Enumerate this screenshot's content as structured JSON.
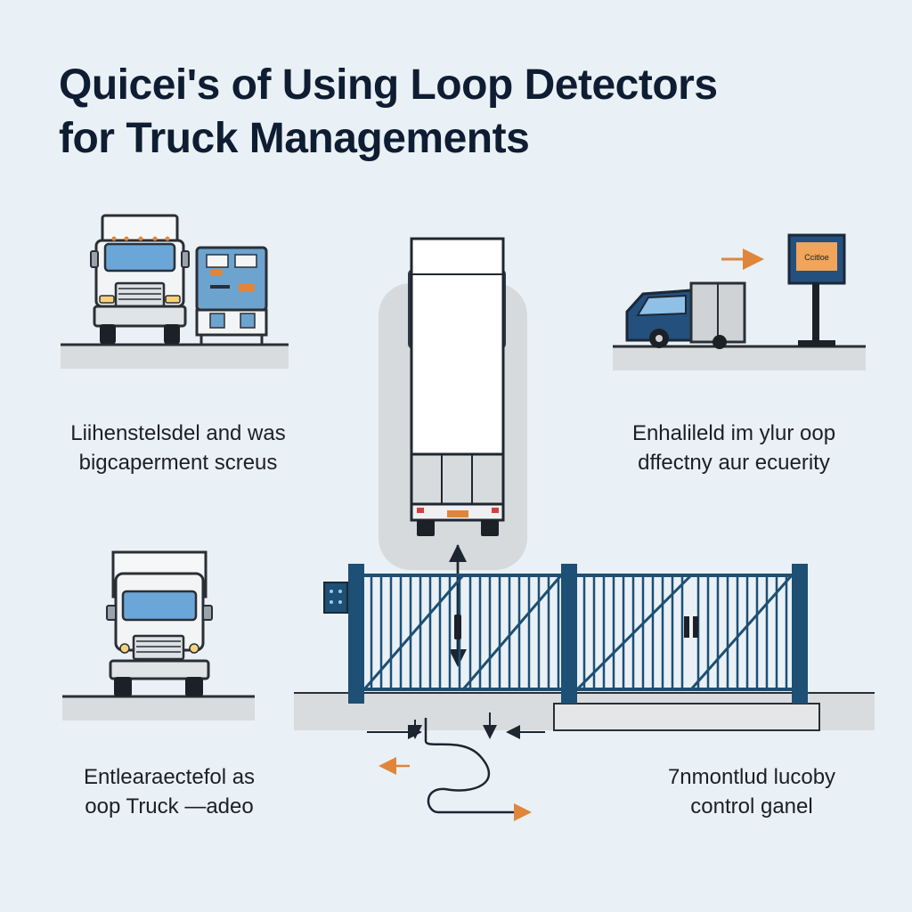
{
  "title": {
    "line1": "Quicei's of Using Loop Detectors",
    "line2": "for Truck Managements"
  },
  "captions": {
    "top_left": {
      "line1": "Liihenstelsdel and was",
      "line2": "bigcaperment screus"
    },
    "top_right": {
      "line1": "Enhalileld im ylur oop",
      "line2": "dffectny aur ecuerity"
    },
    "bottom_left": {
      "line1": "Entlearaectefol as",
      "line2": "oop Truck —adeo"
    },
    "bottom_right": {
      "line1": "7nmontlud lucoby",
      "line2": "control ganel"
    }
  },
  "sign": {
    "label": "Ccitloe"
  },
  "colors": {
    "background": "#e9f1f6",
    "title": "#0f1d33",
    "gate": "#1e4f74",
    "accent_orange": "#e0853a",
    "van_blue": "#24507e",
    "ground": "#d9dcde"
  }
}
